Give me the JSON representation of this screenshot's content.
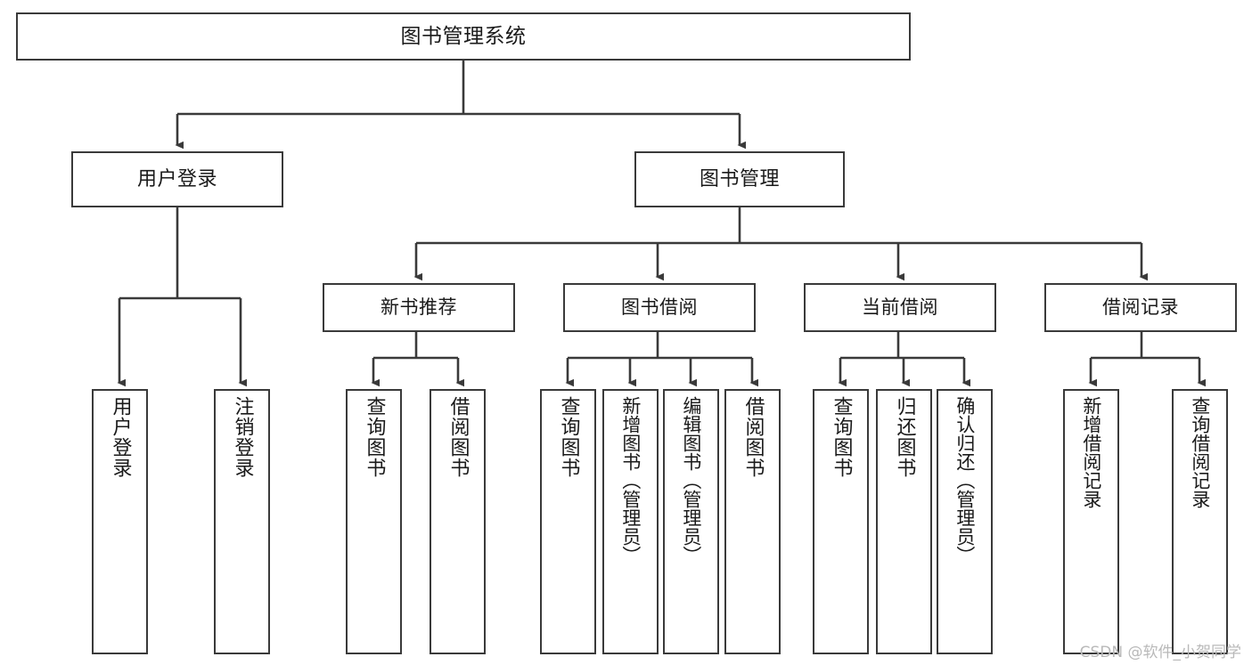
{
  "diagram": {
    "title": "图书管理系统",
    "type": "tree-hierarchy-chart",
    "stroke_color": "#3a3a3a",
    "background_color": "#ffffff",
    "root": {
      "label": "图书管理系统"
    },
    "level2": [
      {
        "label": "用户登录"
      },
      {
        "label": "图书管理"
      }
    ],
    "level3": [
      {
        "label": "新书推荐"
      },
      {
        "label": "图书借阅"
      },
      {
        "label": "当前借阅"
      },
      {
        "label": "借阅记录"
      }
    ],
    "leaves": {
      "user_login": [
        {
          "label": "用户登录"
        },
        {
          "label": "注销登录"
        }
      ],
      "new_book_recommend": [
        {
          "label": "查询图书"
        },
        {
          "label": "借阅图书"
        }
      ],
      "book_borrow": [
        {
          "label": "查询图书"
        },
        {
          "label": "新增图书（管理员）"
        },
        {
          "label": "编辑图书（管理员）"
        },
        {
          "label": "借阅图书"
        }
      ],
      "current_borrow": [
        {
          "label": "查询图书"
        },
        {
          "label": "归还图书"
        },
        {
          "label": "确认归还（管理员）"
        }
      ],
      "borrow_record": [
        {
          "label": "新增借阅记录"
        },
        {
          "label": "查询借阅记录"
        }
      ]
    }
  },
  "watermark": {
    "text": "CSDN @软件_小贺同学"
  }
}
